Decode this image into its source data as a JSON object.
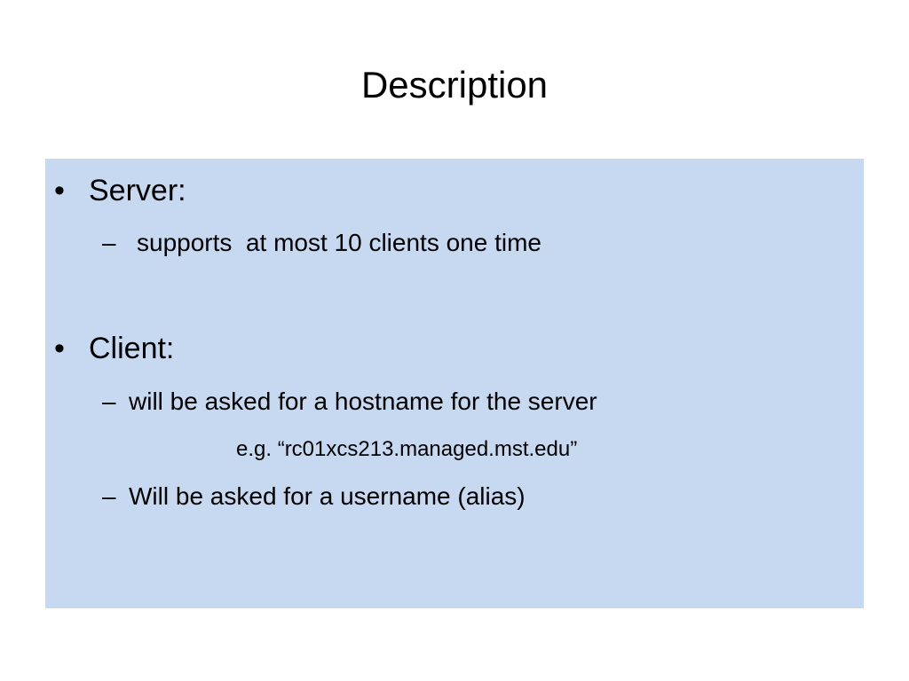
{
  "slide": {
    "title": "Description",
    "bullet_glyph": "•",
    "dash_glyph": "–",
    "server": {
      "heading": "Server:",
      "items": [
        "supports  at most 10 clients one time"
      ]
    },
    "client": {
      "heading": "Client:",
      "item_1": "will be asked for a hostname for the server",
      "example": "e.g. “rc01xcs213.managed.mst.edu”",
      "item_2": "Will be asked for a username (alias)"
    }
  },
  "colors": {
    "content_background": "#c6d9f1",
    "text": "#000000",
    "page_background": "#ffffff"
  }
}
